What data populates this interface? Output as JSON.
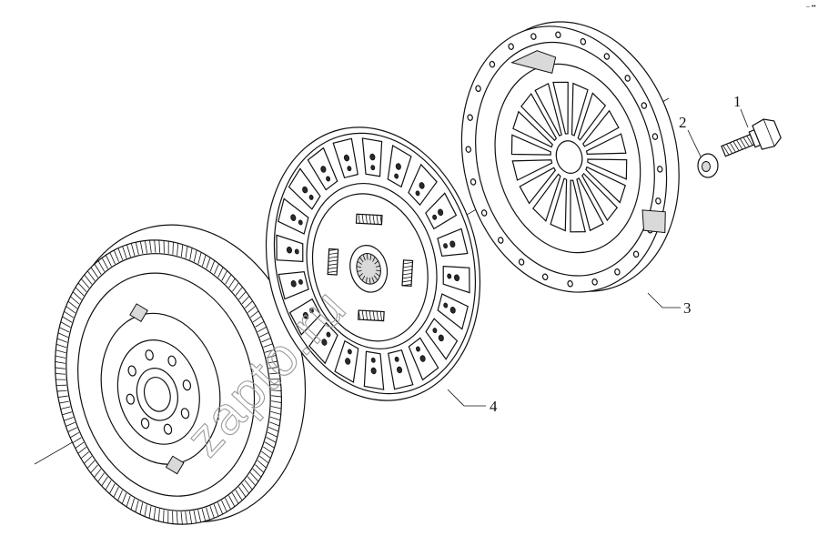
{
  "callouts": [
    {
      "id": "bolt",
      "label": "1"
    },
    {
      "id": "washer",
      "label": "2"
    },
    {
      "id": "pressure-plate",
      "label": "3"
    },
    {
      "id": "clutch-disc",
      "label": "4"
    }
  ],
  "watermark": "zapto.ru",
  "corner_mark": "– ••",
  "colors": {
    "line": "#111111",
    "fill": "#ffffff",
    "shade": "#d9d9d9",
    "dark": "#2a2a2a"
  }
}
